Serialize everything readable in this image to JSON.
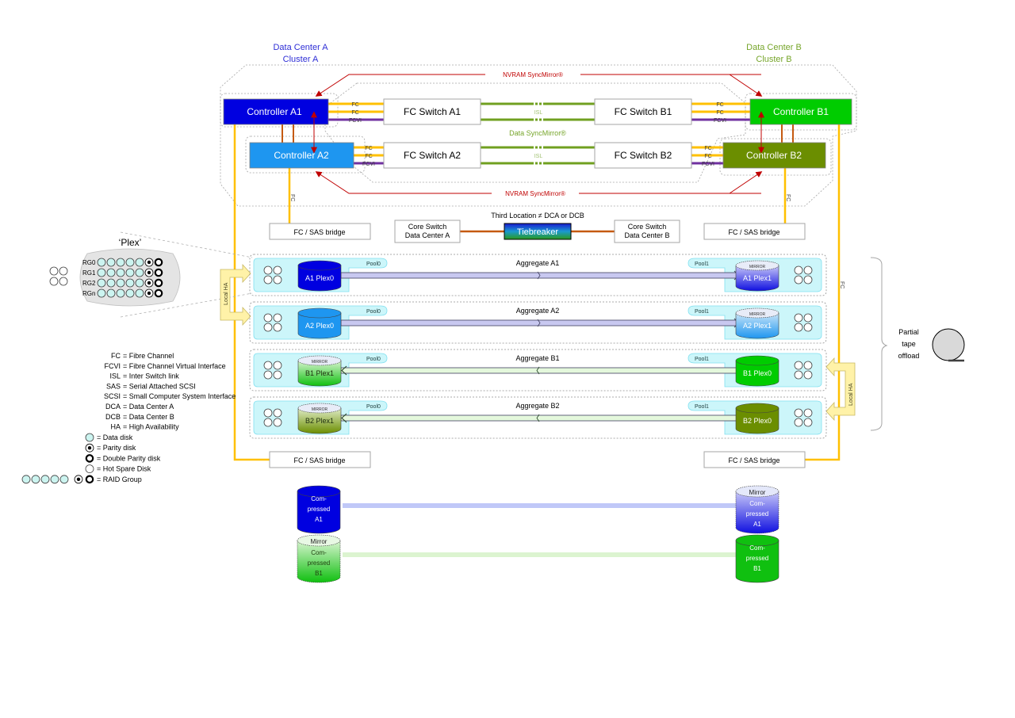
{
  "header": {
    "dc_a": {
      "line1": "Data Center A",
      "line2": "Cluster A",
      "color": "#2e2ed6"
    },
    "dc_b": {
      "line1": "Data Center B",
      "line2": "Cluster B",
      "color": "#76a52a"
    }
  },
  "sync": {
    "nvram_top": "NVRAM SyncMirror®",
    "nvram_bottom": "NVRAM SyncMirror®",
    "data": "Data SyncMirror®"
  },
  "controllers": {
    "a1": {
      "label": "Controller A1",
      "color": "#0000e0"
    },
    "a2": {
      "label": "Controller A2",
      "color": "#1e96f0"
    },
    "b1": {
      "label": "Controller B1",
      "color": "#00cc00"
    },
    "b2": {
      "label": "Controller B2",
      "color": "#6b8e00"
    }
  },
  "switches": {
    "a1": "FC Switch A1",
    "a2": "FC Switch A2",
    "b1": "FC Switch B1",
    "b2": "FC Switch B2"
  },
  "links": {
    "fc": "FC",
    "fcvi": "FCVI",
    "isl": "ISL"
  },
  "bridges": {
    "top_left": "FC / SAS bridge",
    "top_right": "FC / SAS bridge",
    "bottom_left": "FC / SAS bridge",
    "bottom_right": "FC / SAS bridge"
  },
  "tiebreaker": {
    "title": "Third Location ≠ DCA or DCB",
    "label": "Tiebreaker",
    "core_a": {
      "line1": "Core Switch",
      "line2": "Data Center A"
    },
    "core_b": {
      "line1": "Core Switch",
      "line2": "Data Center B"
    }
  },
  "plex_detail": {
    "title": "‘Plex’",
    "rows": [
      "RG0",
      "RG1",
      "RG2",
      "RGn"
    ]
  },
  "local_ha": "Local HA",
  "aggregates": [
    {
      "name": "Aggregate A1",
      "left_pool": "Pool0",
      "right_pool": "Pool1",
      "left_plex": "A1 Plex0",
      "right_plex": "A1 Plex1",
      "mirror_side": "right",
      "mirror_label": "MIRROR",
      "direction": "right",
      "color": "#0000e0"
    },
    {
      "name": "Aggregate A2",
      "left_pool": "Pool0",
      "right_pool": "Pool1",
      "left_plex": "A2 Plex0",
      "right_plex": "A2 Plex1",
      "mirror_side": "right",
      "mirror_label": "MIRROR",
      "direction": "right",
      "color": "#1e96f0"
    },
    {
      "name": "Aggregate B1",
      "left_pool": "Pool0",
      "right_pool": "Pool1",
      "left_plex": "B1 Plex1",
      "right_plex": "B1 Plex0",
      "mirror_side": "left",
      "mirror_label": "MIRROR",
      "direction": "left",
      "color": "#00cc00"
    },
    {
      "name": "Aggregate B2",
      "left_pool": "Pool0",
      "right_pool": "Pool1",
      "left_plex": "B2 Plex1",
      "right_plex": "B2 Plex0",
      "mirror_side": "left",
      "mirror_label": "MIRROR",
      "direction": "left",
      "color": "#6b8e00"
    }
  ],
  "tape": {
    "line1": "Partial",
    "line2": "tape",
    "line3": "offload"
  },
  "legend": {
    "abbr": [
      "FC = Fibre Channel",
      "FCVI = Fibre Channel Virtual Interface",
      "ISL = Inter Switch link",
      "SAS = Serial Attached SCSI",
      "SCSI = Small Computer System Interface",
      "DCA = Data Center A",
      "DCB = Data Center B",
      "HA = High Availability"
    ],
    "symbols": [
      {
        "icon": "data-disk",
        "label": "= Data disk"
      },
      {
        "icon": "parity-disk",
        "label": "= Parity disk"
      },
      {
        "icon": "double-parity-disk",
        "label": "= Double Parity disk"
      },
      {
        "icon": "hot-spare-disk",
        "label": "= Hot Spare Disk"
      },
      {
        "icon": "raid-group",
        "label": "= RAID Group"
      }
    ]
  },
  "compressed": {
    "a1_left": {
      "lines": [
        "Com-",
        "pressed",
        "A1"
      ],
      "mirror": ""
    },
    "a1_right": {
      "lines": [
        "Com-",
        "pressed",
        "A1"
      ],
      "mirror": "Mirror"
    },
    "b1_left": {
      "lines": [
        "Com-",
        "pressed",
        "B1"
      ],
      "mirror": "Mirror"
    },
    "b1_right": {
      "lines": [
        "Com-",
        "pressed",
        "B1"
      ],
      "mirror": ""
    }
  }
}
